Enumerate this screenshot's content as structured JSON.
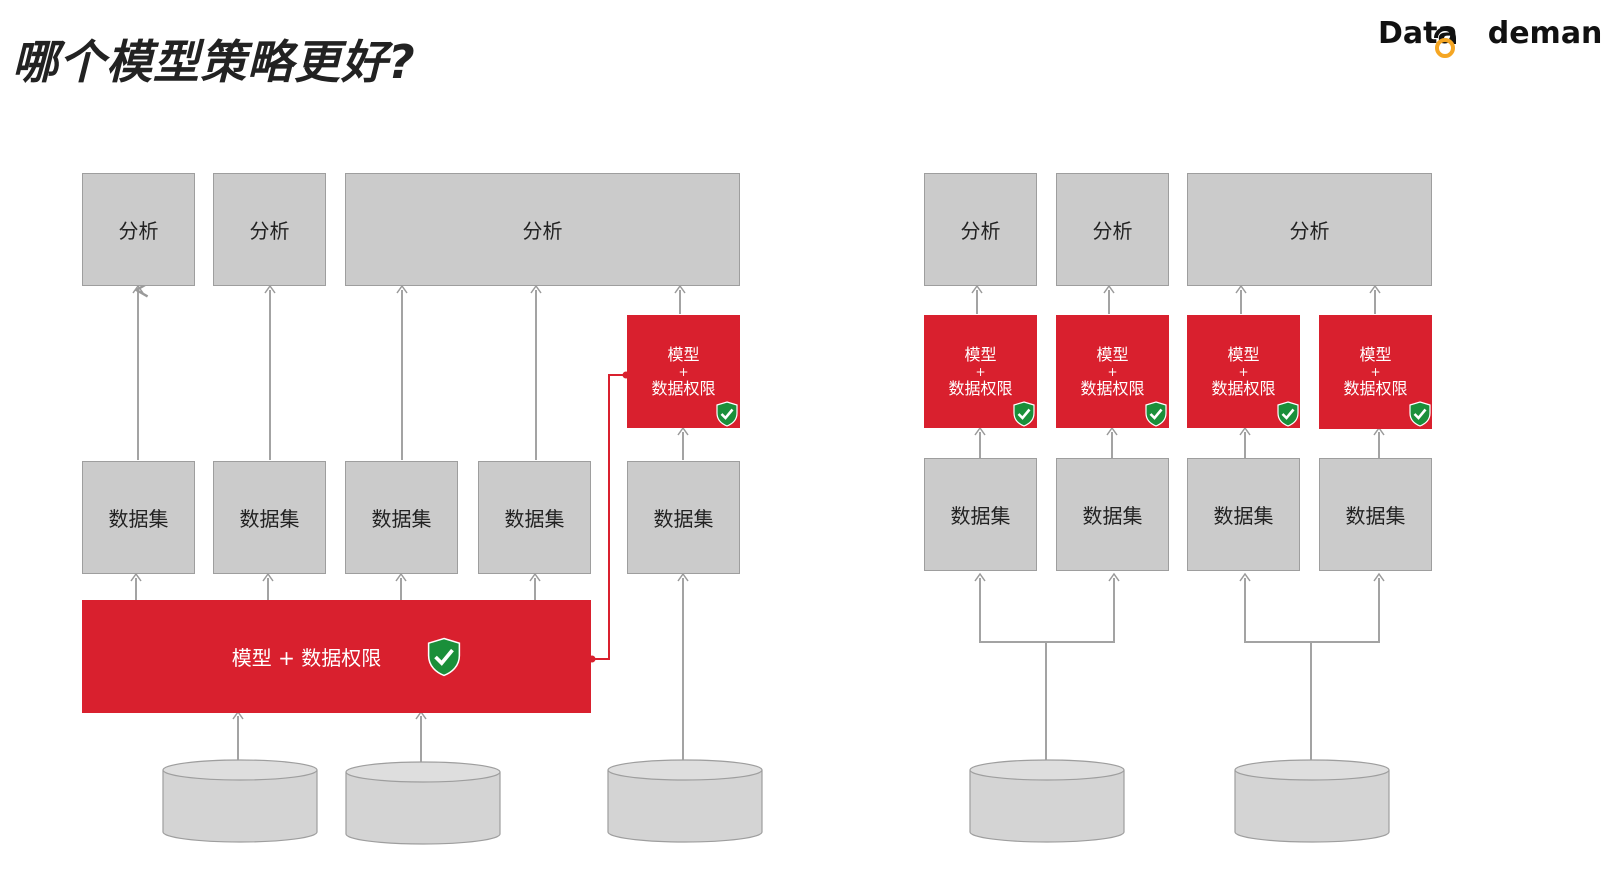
{
  "title": "哪个模型策略更好?",
  "logo": {
    "text_left": "Data",
    "text_right": "demand"
  },
  "labels": {
    "analysis": "分析",
    "dataset": "数据集",
    "model_big": "模型 + 数据权限",
    "model_line1": "模型",
    "model_plus": "+",
    "model_line2": "数据权限"
  },
  "colors": {
    "red": "#d9202e",
    "gray_fill": "#cbcbcb",
    "shield_green": "#1a8f3a"
  }
}
